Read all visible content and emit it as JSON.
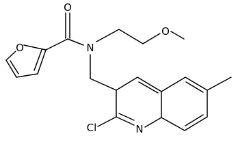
{
  "structure": {
    "atom_labels": {
      "carbonyl_oxygen": "O",
      "furan_oxygen": "O",
      "amide_nitrogen": "N",
      "ether_oxygen": "O",
      "chlorine": "Cl",
      "quinoline_nitrogen": "N"
    }
  }
}
